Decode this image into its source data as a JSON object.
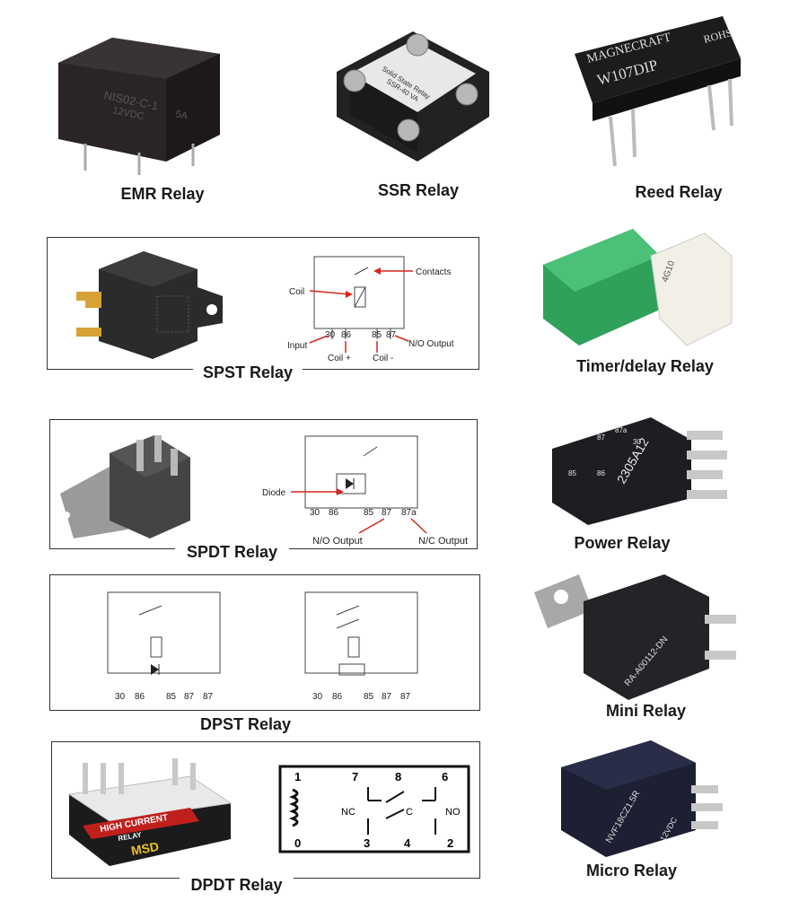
{
  "captions": {
    "emr": "EMR Relay",
    "ssr": "SSR Relay",
    "reed": "Reed Relay",
    "spst": "SPST Relay",
    "timer": "Timer/delay Relay",
    "spdt": "SPDT Relay",
    "power": "Power Relay",
    "dpst": "DPST Relay",
    "mini": "Mini Relay",
    "dpdt": "DPDT Relay",
    "micro": "Micro Relay"
  },
  "product_text": {
    "emr": [
      "NIS02-C-1",
      "12VDC",
      "5A"
    ],
    "ssr": [
      "Solid State Relay",
      "SSR-40 VA"
    ],
    "reed": [
      "MAGNECRAFT",
      "W107DIP",
      "ROHS"
    ],
    "timer": [
      "4G10"
    ],
    "power": [
      "2305A12",
      "85",
      "86",
      "87",
      "87a",
      "30"
    ],
    "mini": [
      "RA-A00112-DN"
    ],
    "dpdt": [
      "HIGH CURRENT",
      "RELAY",
      "MSD"
    ],
    "micro": [
      "NVF18CZ1.5R",
      "12VDC"
    ]
  },
  "spst_diagram": {
    "contacts": "Contacts",
    "coil": "Coil",
    "pins": [
      "30",
      "86",
      "85",
      "87"
    ],
    "input": "Input",
    "coil_plus": "Coil +",
    "coil_minus": "Coil -",
    "no_output": "N/O Output"
  },
  "spdt_diagram": {
    "diode": "Diode",
    "pins": [
      "30",
      "86",
      "85",
      "87",
      "87a"
    ],
    "no_output": "N/O Output",
    "nc_output": "N/C Output"
  },
  "dpst_diagram": {
    "left_pins": [
      "30",
      "86",
      "85",
      "87",
      "87"
    ],
    "right_pins": [
      "30",
      "86",
      "85",
      "87",
      "87"
    ]
  },
  "dpdt_diagram": {
    "top": [
      "1",
      "7",
      "8",
      "6"
    ],
    "bottom": [
      "0",
      "3",
      "4",
      "2"
    ],
    "nc": "NC",
    "c": "C",
    "no": "NO"
  },
  "colors": {
    "relay_black": "#1e1e22",
    "timer_green": "#2fa15a",
    "arrow_red": "#d6261c"
  }
}
